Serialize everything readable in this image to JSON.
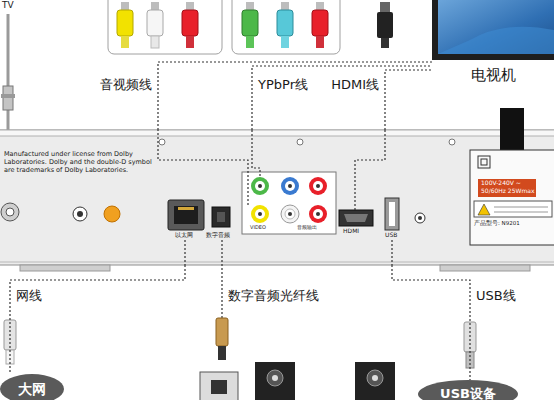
{
  "diagram": {
    "nodes": [
      {
        "text": [
          "电视机"
        ]
      },
      {
        "text": [
          "Manufactured under license from Dolby Laboratories. Dolby and the double-D symbol are trademarks of Dolby Laboratories."
        ]
      },
      {
        "text": [
          "大网"
        ]
      },
      {
        "text": [
          "USB设备"
        ]
      }
    ],
    "edges": [
      {
        "from": 1,
        "to": 0,
        "label": "音视频线",
        "arrow": "none"
      },
      {
        "from": 1,
        "to": 0,
        "label": "YPbPr线",
        "arrow": "none"
      },
      {
        "from": 1,
        "to": 0,
        "label": "HDMI线",
        "arrow": "none"
      },
      {
        "from": 1,
        "to": 2,
        "label": "网线",
        "arrow": "none"
      },
      {
        "from": 1,
        "to": 3,
        "label": "USB线",
        "arrow": "none"
      }
    ],
    "labels": [
      "TV",
      "数字音频光纤线",
      "以太网",
      "数字音频",
      "VIDEO",
      "音频输出",
      "HDMI",
      "USB",
      "100V-240V ~",
      "50/60Hz 25Wmax",
      "产品型号: N9201"
    ]
  }
}
